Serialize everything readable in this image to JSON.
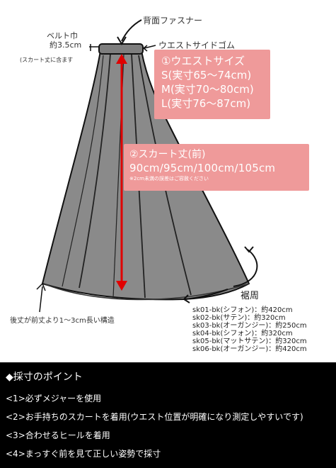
{
  "labels": {
    "back_zipper": "背面ファスナー",
    "belt_width_1": "ベルト巾",
    "belt_width_2": "約3.5cm",
    "belt_width_note": "(スカート丈に含ます",
    "waist_rubber": "ウエストサイドゴム",
    "back_length_note": "後丈が前丈より1～3cm長い構造",
    "hem": "裾周"
  },
  "waist_box": {
    "lines": [
      "①ウエストサイズ",
      "S(実寸65～74cm)",
      "M(実寸70～80cm)",
      "L(実寸76～87cm)"
    ]
  },
  "length_box": {
    "title": "②スカート丈(前)",
    "values": "90cm/95cm/100cm/105cm",
    "note": "※2cm未満の誤差はご容赦ください"
  },
  "hem_list": [
    "sk01-bk(シフォン)：約420cm",
    "sk02-bk(サテン)：約320cm",
    "sk03-bk(オーガンジー)：約250cm",
    "sk04-bk(シフォン)：約320cm",
    "sk05-bk(マットサテン)：約320cm",
    "sk06-bk(オーガンジー)：約420cm"
  ],
  "tips": {
    "title": "◆採寸のポイント",
    "items": [
      "<1>必ずメジャーを使用",
      "<2>お手持ちのスカートを着用(ウエスト位置が明確になり測定しやすいです)",
      "<3>合わせるヒールを着用",
      "<4>まっすぐ前を見て正しい姿勢で採寸"
    ]
  },
  "colors": {
    "skirt_fill": "#8a8a8a",
    "arrow": "#e00000",
    "box": "#ef9a9a",
    "panel": "#000000"
  }
}
